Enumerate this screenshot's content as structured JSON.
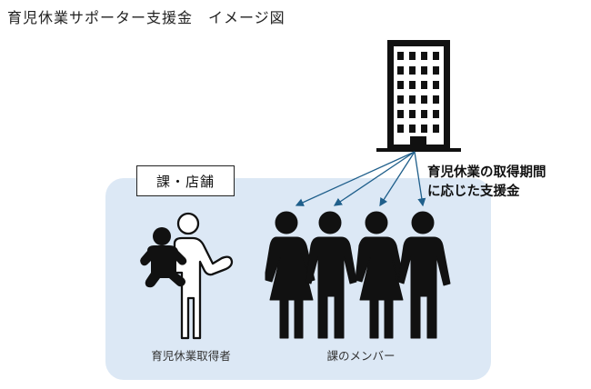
{
  "title": "育児休業サポーター支援金　イメージ図",
  "store_label": "課・店舗",
  "support_label_line1": "育児休業の取得期間",
  "support_label_line2": "に応じた支援金",
  "taker_label": "育児休業取得者",
  "members_label": "課のメンバー",
  "colors": {
    "panel": "#dce8f5",
    "arrow": "#1f5f8b",
    "ink": "#111111"
  },
  "icons": [
    "building-icon",
    "parent-with-baby-icon",
    "team-members-icon"
  ]
}
